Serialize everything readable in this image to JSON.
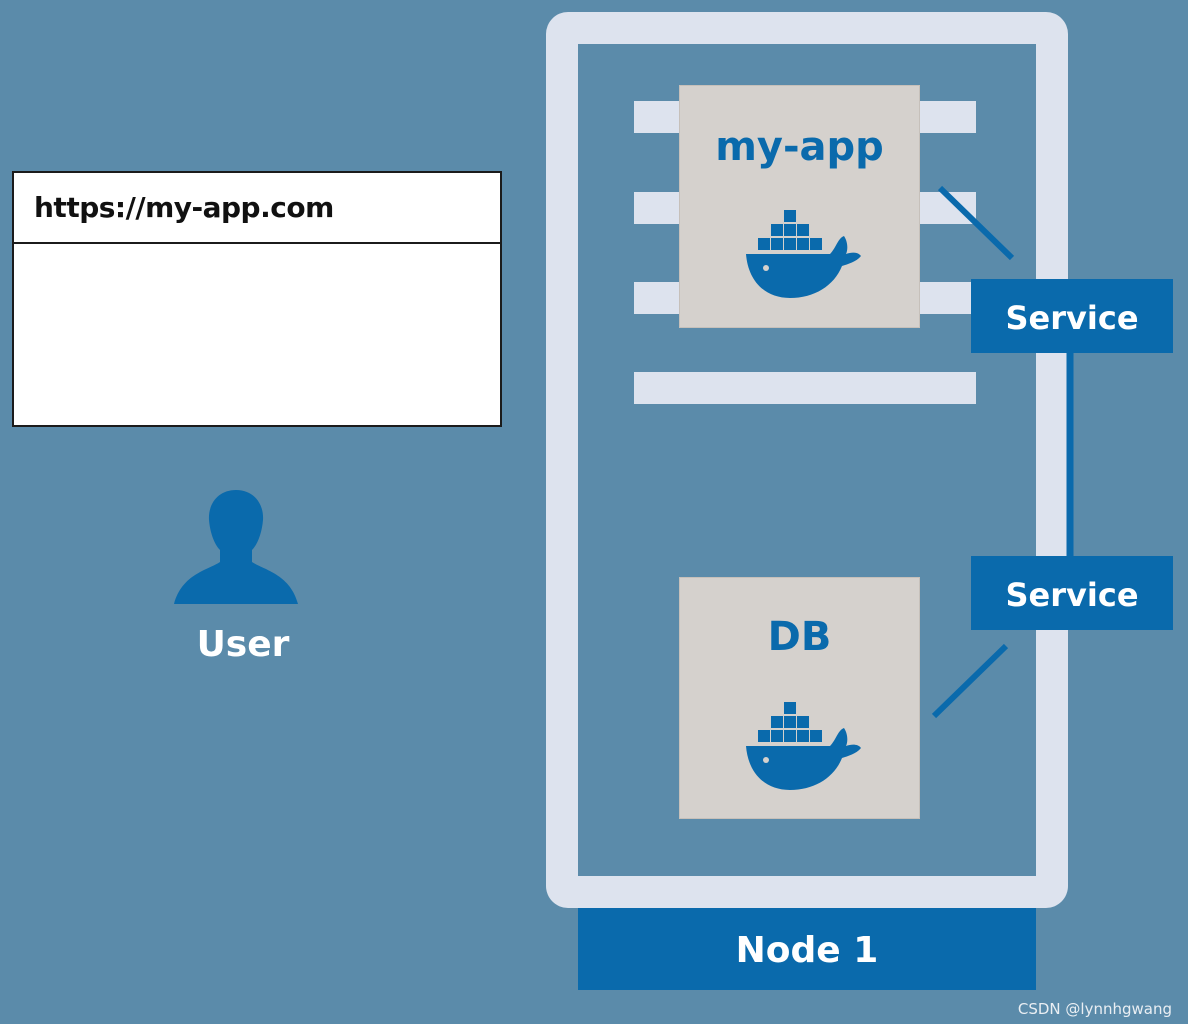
{
  "browser": {
    "url": "https://my-app.com"
  },
  "user": {
    "label": "User",
    "icon": "user-silhouette-icon"
  },
  "node": {
    "label": "Node 1"
  },
  "containers": {
    "app": {
      "label": "my-app",
      "icon": "docker-whale-icon"
    },
    "db": {
      "label": "DB",
      "icon": "docker-whale-icon"
    }
  },
  "services": {
    "app_service": {
      "label": "Service"
    },
    "db_service": {
      "label": "Service"
    }
  },
  "watermark": {
    "text": "CSDN @lynnhgwang"
  },
  "colors": {
    "background": "#5b8baa",
    "accent": "#0a6aac",
    "frame": "#dde3ee",
    "container": "#d5d1cd"
  }
}
